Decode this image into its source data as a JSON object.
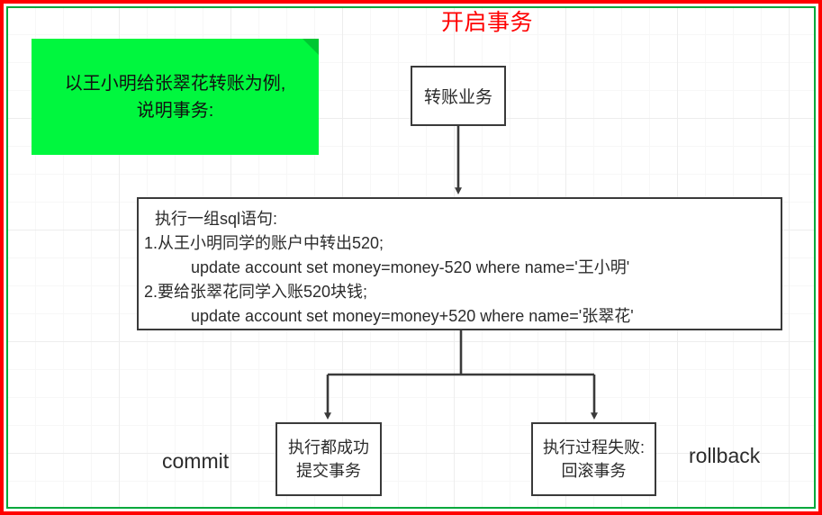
{
  "diagram": {
    "title": "开启事务",
    "title_color": "#ff0000",
    "frame": {
      "outer_border_color": "#ff0000",
      "inner_border_color": "#00a83c",
      "background": "#ffffff",
      "grid": "graph-paper"
    },
    "note": {
      "text": "以王小明给张翠花转账为例,\n说明事务:",
      "fill": "#00f73e",
      "fold_fill": "#00c733"
    },
    "nodes": {
      "transfer": {
        "label": "转账业务"
      },
      "sql": {
        "lines": [
          "执行一组sql语句:",
          "1.从王小明同学的账户中转出520;",
          "update account set money=money-520 where name='王小明'",
          "2.要给张翠花同学入账520块钱;",
          "update account set money=money+520 where name='张翠花'"
        ]
      },
      "commit": {
        "label": "执行都成功\n提交事务"
      },
      "rollback": {
        "label": "执行过程失败:\n回滚事务"
      }
    },
    "side_labels": {
      "commit": "commit",
      "rollback": "rollback"
    },
    "edge_color": "#3a3a3a"
  }
}
